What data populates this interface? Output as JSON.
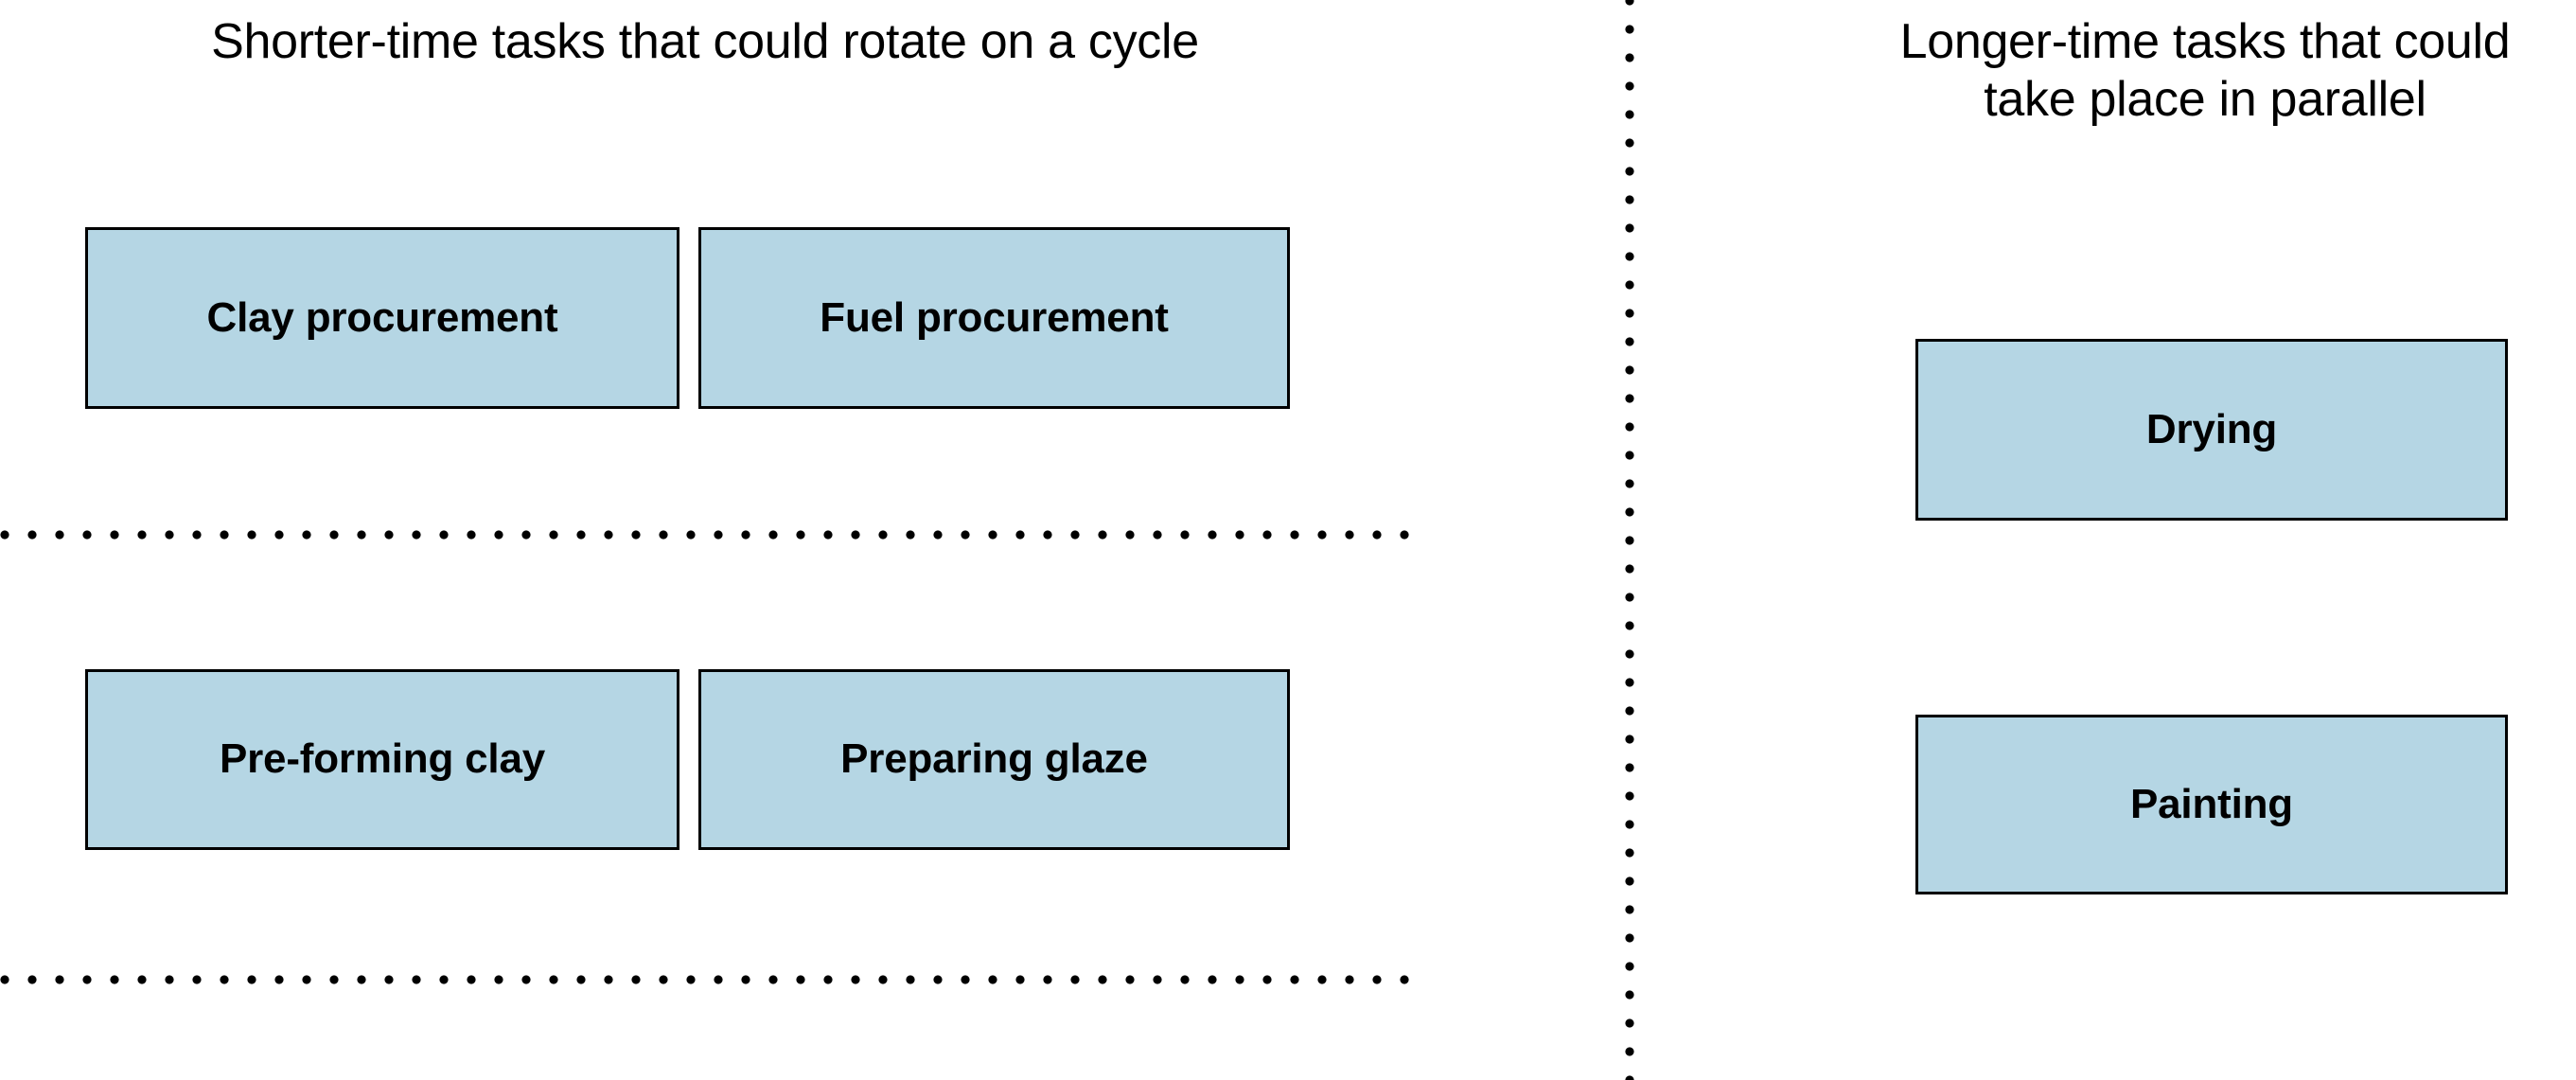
{
  "diagram": {
    "title_left": "Shorter-time tasks that could rotate on a cycle",
    "title_right": "Longer-time tasks that could\ntake place in parallel",
    "colors": {
      "box_fill": "#b5d6e4",
      "box_border": "#000000",
      "text": "#000000",
      "background": "#ffffff"
    },
    "left_column": {
      "heading": "Shorter-time tasks that could rotate on a cycle",
      "groups": [
        {
          "boxes": [
            {
              "label": "Clay procurement"
            },
            {
              "label": "Fuel procurement"
            }
          ]
        },
        {
          "boxes": [
            {
              "label": "Pre-forming clay"
            },
            {
              "label": "Preparing glaze"
            }
          ]
        }
      ],
      "separators": [
        {
          "name": "divider-top",
          "style": "dotted-horizontal"
        },
        {
          "name": "divider-bottom",
          "style": "dotted-horizontal"
        }
      ]
    },
    "right_column": {
      "heading": "Longer-time tasks that could take place in parallel",
      "boxes": [
        {
          "label": "Drying"
        },
        {
          "label": "Painting"
        }
      ]
    },
    "column_divider": {
      "style": "dotted-vertical"
    }
  }
}
